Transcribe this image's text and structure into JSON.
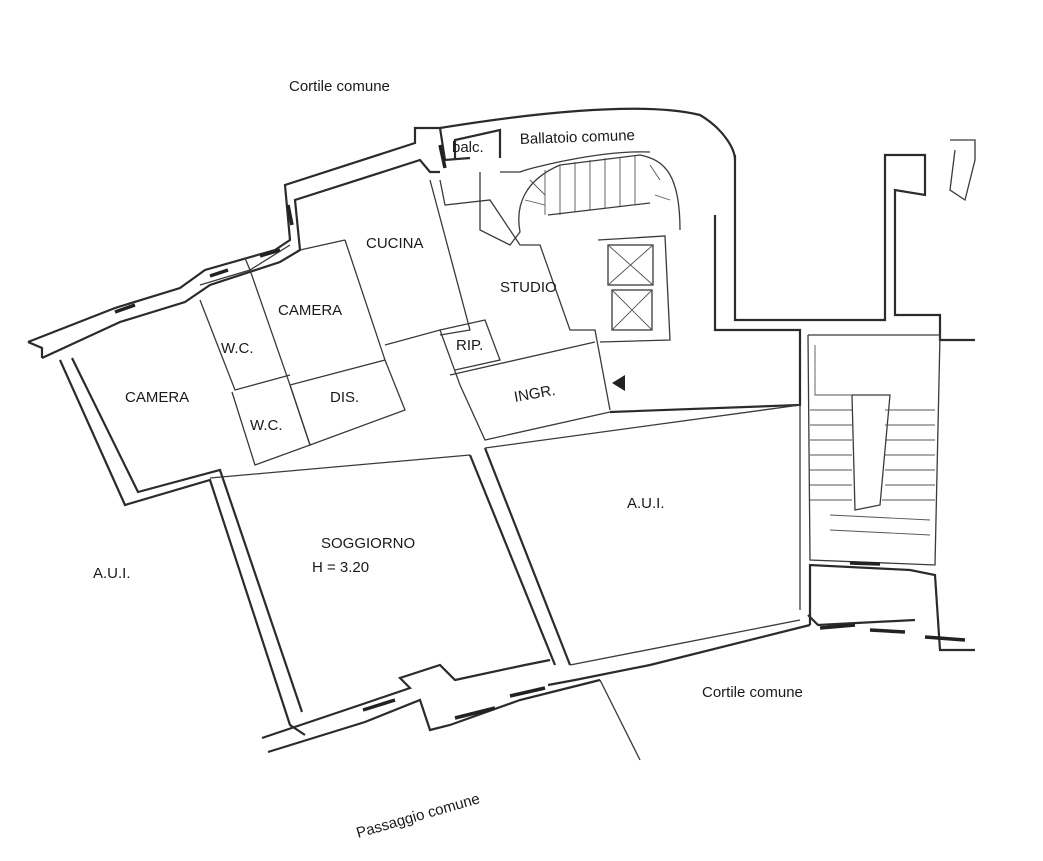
{
  "labels": {
    "courtyard_top": "Cortile comune",
    "balcony": "balc.",
    "gallery": "Ballatoio comune",
    "kitchen": "CUCINA",
    "bedroom_center": "CAMERA",
    "study": "STUDIO",
    "wc_upper": "W.C.",
    "rip": "RIP.",
    "bedroom_left": "CAMERA",
    "landing": "DIS.",
    "entrance": "INGR.",
    "wc_lower": "W.C.",
    "aui_right": "A.U.I.",
    "living": "SOGGIORNO",
    "ceiling_height": "H = 3.20",
    "aui_left": "A.U.I.",
    "courtyard_bottom": "Cortile comune",
    "passage": "Passaggio comune"
  }
}
